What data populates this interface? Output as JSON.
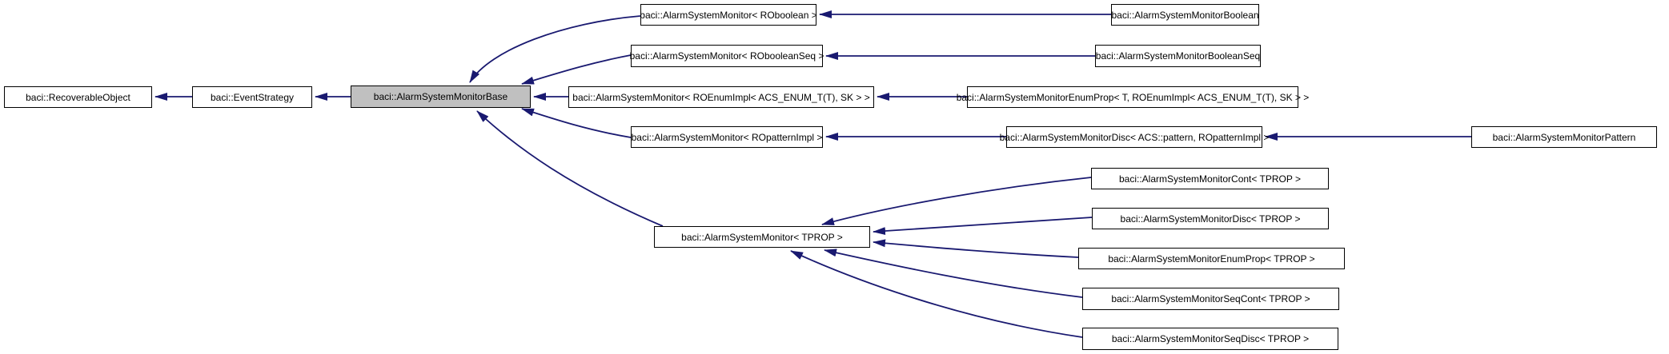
{
  "diagram": {
    "kind": "class-inheritance-graph",
    "edge_color": "#191970",
    "node_border_color": "#000000",
    "node_fill_color": "#ffffff",
    "highlighted_node_fill_color": "#c0c0c0",
    "highlighted_node": "baci::AlarmSystemMonitorBase",
    "nodes": {
      "recoverable_object": {
        "label": "baci::RecoverableObject"
      },
      "event_strategy": {
        "label": "baci::EventStrategy"
      },
      "alarm_system_monitor_base": {
        "label": "baci::AlarmSystemMonitorBase"
      },
      "monitor_roboolean": {
        "label": "baci::AlarmSystemMonitor< ROboolean >"
      },
      "monitor_robooleanseq": {
        "label": "baci::AlarmSystemMonitor< RObooleanSeq >"
      },
      "monitor_roenumimpl": {
        "label": "baci::AlarmSystemMonitor< ROEnumImpl< ACS_ENUM_T(T), SK > >"
      },
      "monitor_ropatternimpl": {
        "label": "baci::AlarmSystemMonitor< ROpatternImpl >"
      },
      "monitor_tprop": {
        "label": "baci::AlarmSystemMonitor< TPROP >"
      },
      "monitor_boolean": {
        "label": "baci::AlarmSystemMonitorBoolean"
      },
      "monitor_booleanseq": {
        "label": "baci::AlarmSystemMonitorBooleanSeq"
      },
      "monitor_enumprop_full": {
        "label": "baci::AlarmSystemMonitorEnumProp< T, ROEnumImpl< ACS_ENUM_T(T), SK > >"
      },
      "monitor_disc_pattern": {
        "label": "baci::AlarmSystemMonitorDisc< ACS::pattern, ROpatternImpl >"
      },
      "monitor_pattern": {
        "label": "baci::AlarmSystemMonitorPattern"
      },
      "monitor_cont_tprop": {
        "label": "baci::AlarmSystemMonitorCont< TPROP >"
      },
      "monitor_disc_tprop": {
        "label": "baci::AlarmSystemMonitorDisc< TPROP >"
      },
      "monitor_enumprop_tprop": {
        "label": "baci::AlarmSystemMonitorEnumProp< TPROP >"
      },
      "monitor_seqcont_tprop": {
        "label": "baci::AlarmSystemMonitorSeqCont< TPROP >"
      },
      "monitor_seqdisc_tprop": {
        "label": "baci::AlarmSystemMonitorSeqDisc< TPROP >"
      }
    }
  }
}
